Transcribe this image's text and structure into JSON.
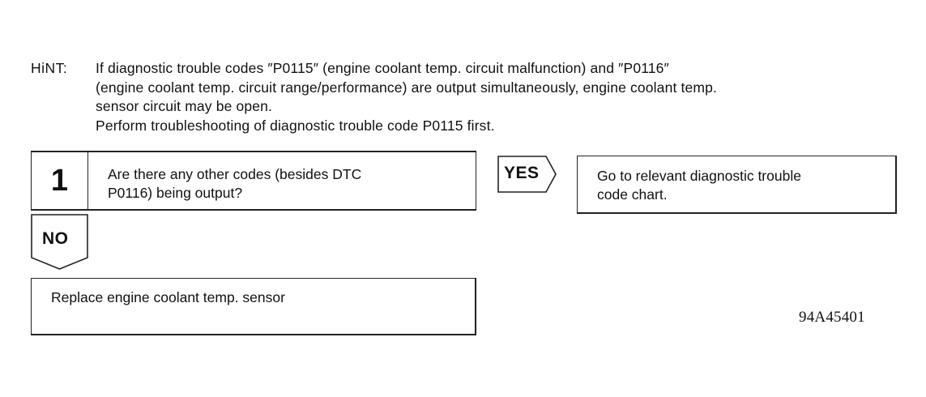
{
  "hint": {
    "label": "HiNT:",
    "lines": [
      "If diagnostic trouble codes ″P0115″ (engine coolant temp. circuit malfunction) and ″P0116″",
      "(engine coolant temp. circuit range/performance) are output simultaneously, engine coolant temp.",
      "sensor circuit may be open.",
      "Perform troubleshooting of diagnostic trouble code P0115 first."
    ]
  },
  "step": {
    "number": "1",
    "question_lines": [
      "Are there any other codes (besides DTC",
      "P0116) being output?"
    ]
  },
  "branch_yes": {
    "label": "YES",
    "result_lines": [
      "Go to relevant diagnostic trouble",
      "code chart."
    ]
  },
  "branch_no": {
    "label": "NO",
    "result": "Replace engine coolant temp. sensor"
  },
  "reference_code": "94A45401"
}
